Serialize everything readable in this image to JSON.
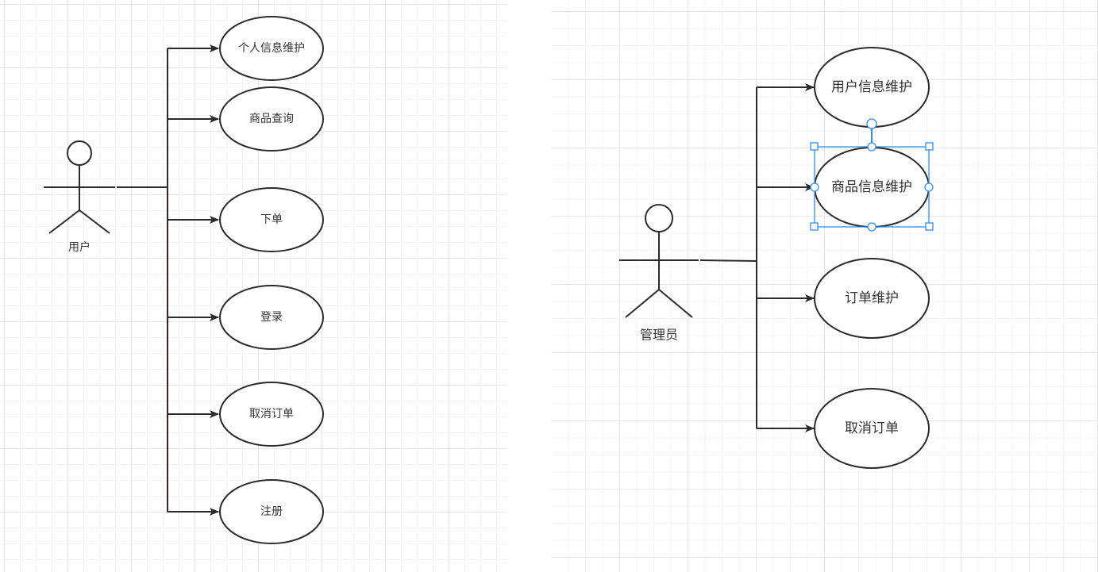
{
  "user_diagram": {
    "actor": "用户",
    "use_cases": [
      "个人信息维护",
      "商品查询",
      "下单",
      "登录",
      "取消订单",
      "注册"
    ]
  },
  "admin_diagram": {
    "actor": "管理员",
    "use_cases": [
      "用户信息维护",
      "商品信息维护",
      "订单维护",
      "取消订单"
    ],
    "selected_use_case": "商品信息维护"
  },
  "colors": {
    "stroke": "#2b2b2b",
    "selection": "#2f8ef4",
    "grid": "#e6e6e6"
  }
}
